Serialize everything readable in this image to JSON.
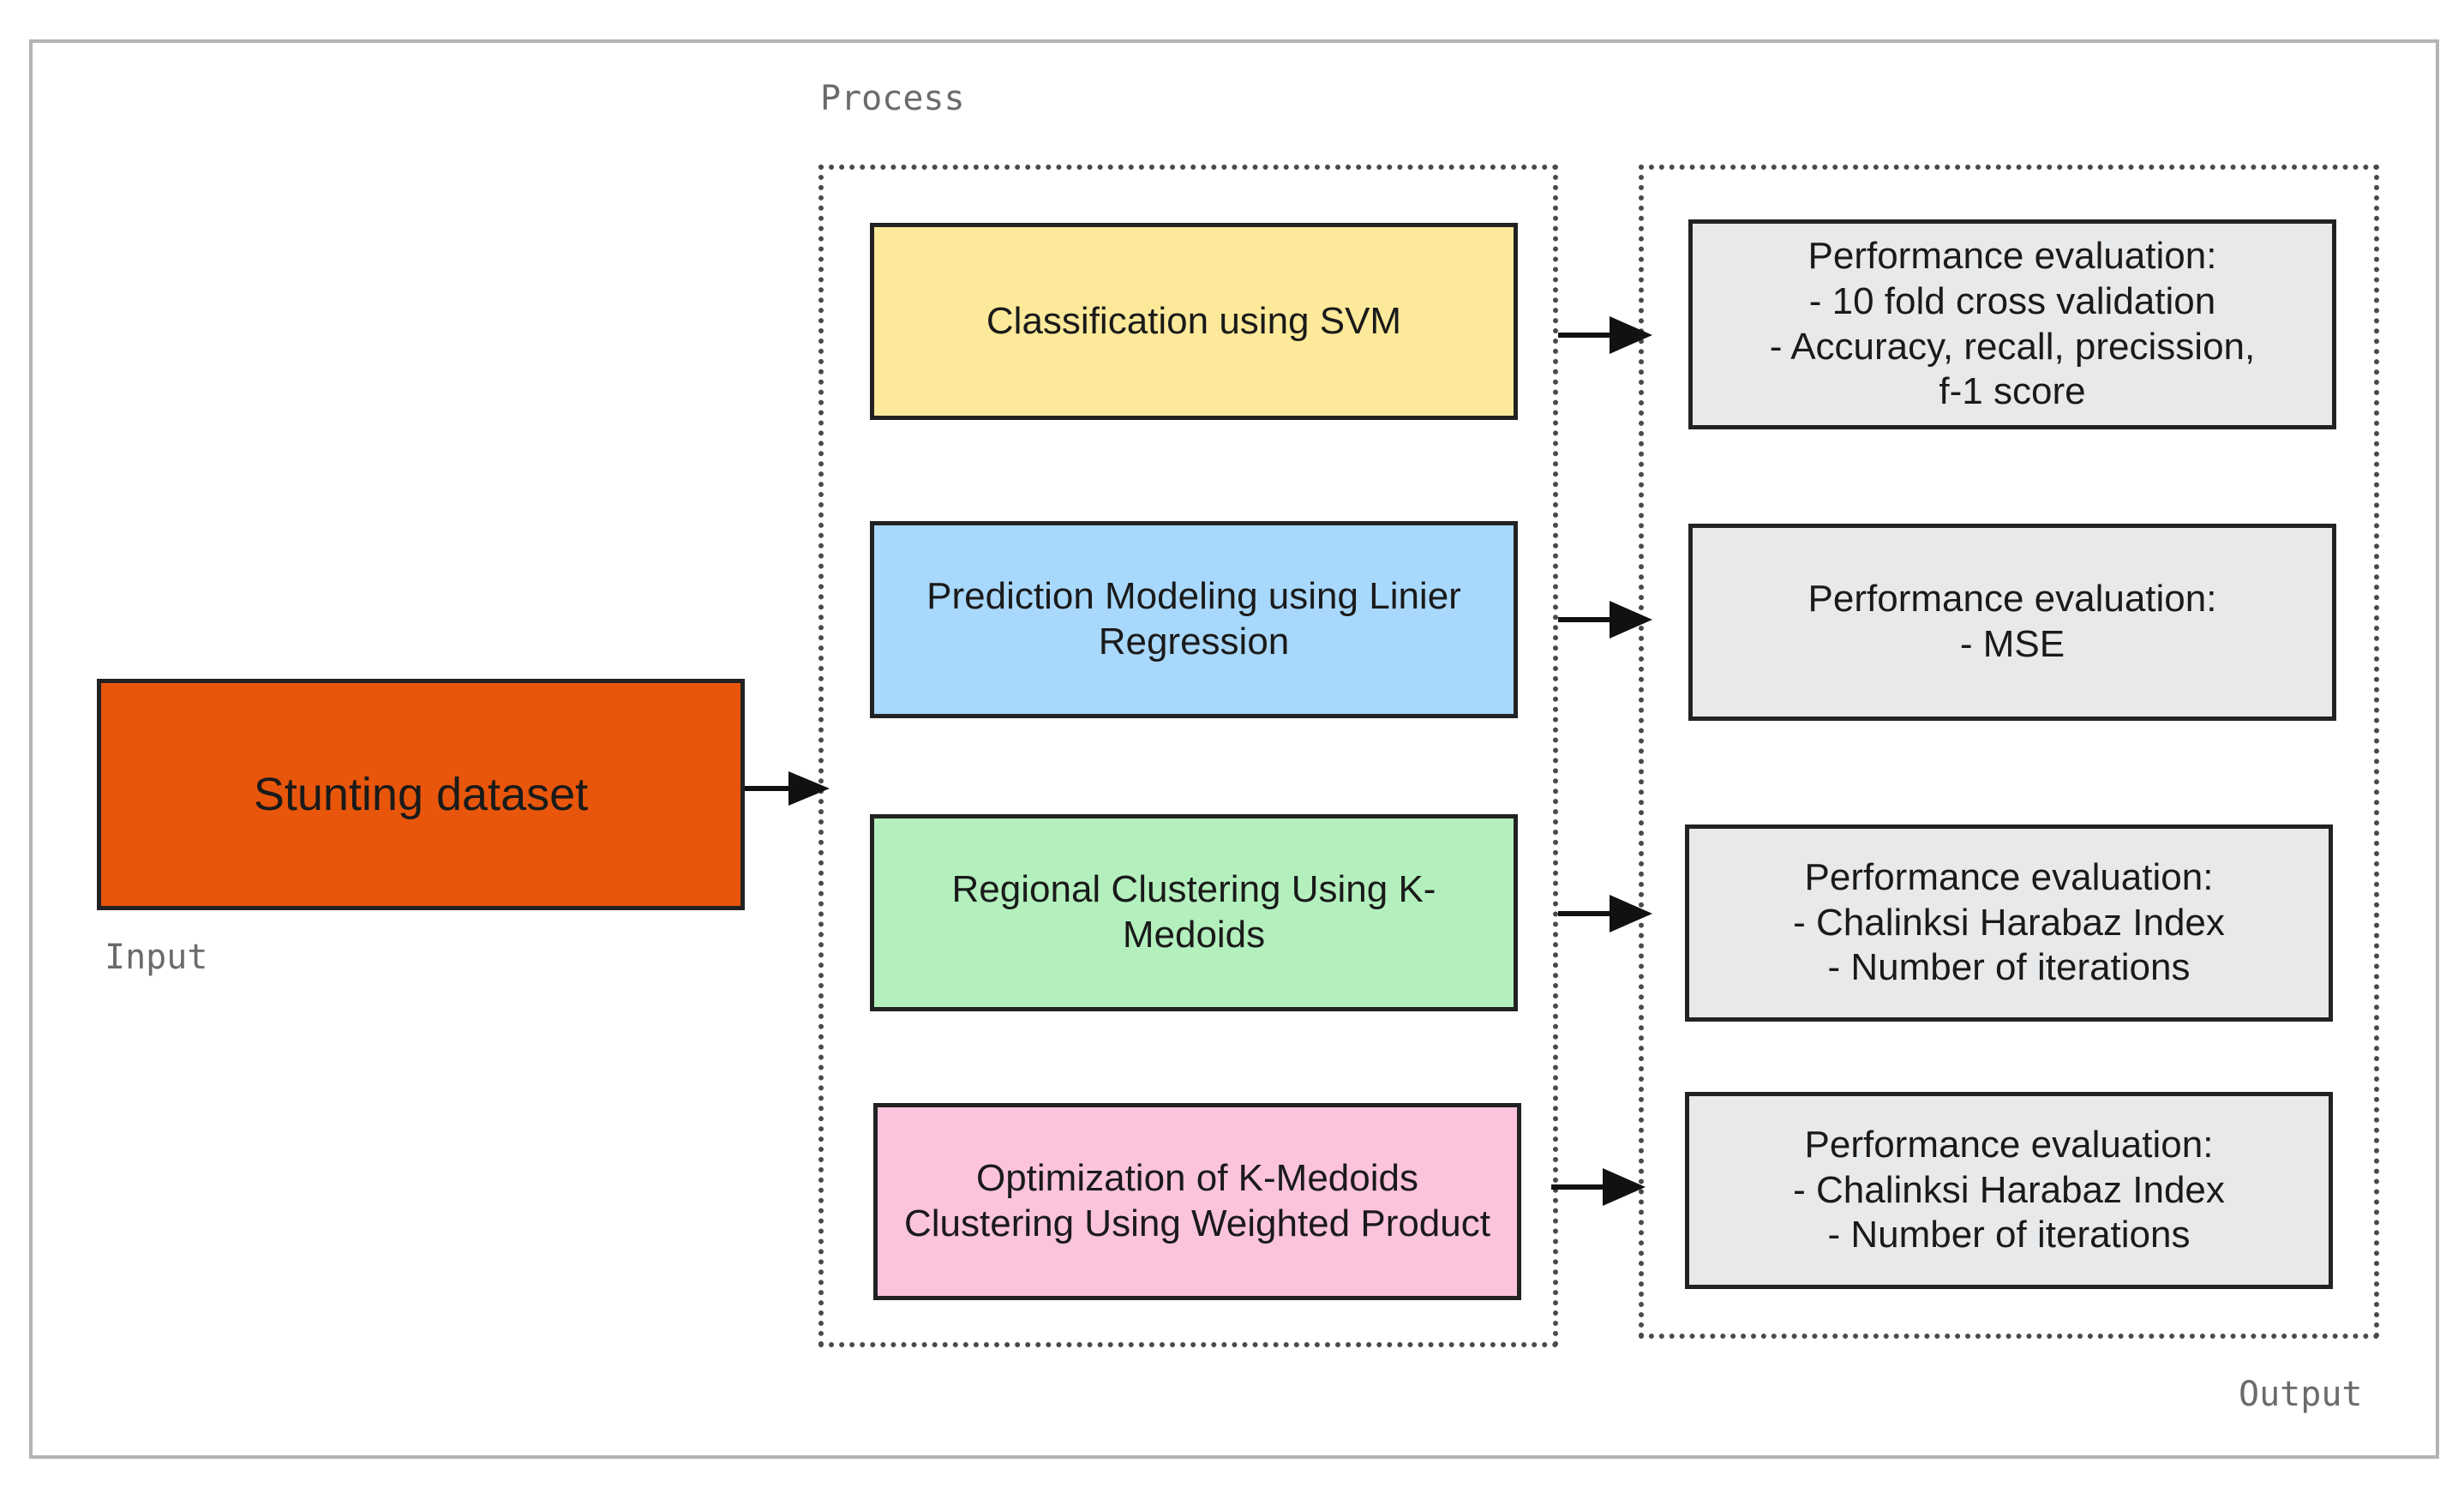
{
  "labels": {
    "input": "Input",
    "process": "Process",
    "output": "Output"
  },
  "input_node": {
    "text": "Stunting dataset",
    "color": "#e8560b"
  },
  "process_nodes": [
    {
      "text": "Classification using SVM",
      "color": "#fde99a"
    },
    {
      "text": "Prediction Modeling using Linier\nRegression",
      "color": "#a8d8fb"
    },
    {
      "text": "Regional Clustering Using K-\nMedoids",
      "color": "#b3f0bd"
    },
    {
      "text": "Optimization of K-Medoids\nClustering Using Weighted Product",
      "color": "#fbc3dc"
    }
  ],
  "output_nodes": [
    {
      "text": "Performance evaluation:\n- 10 fold cross validation\n- Accuracy, recall, precission,\nf-1 score",
      "color": "#e7e9eb"
    },
    {
      "text": "Performance evaluation:\n- MSE",
      "color": "#e7e9eb"
    },
    {
      "text": "Performance evaluation:\n- Chalinksi Harabaz Index\n- Number of iterations",
      "color": "#e7e9eb"
    },
    {
      "text": "Performance evaluation:\n- Chalinksi Harabaz Index\n- Number of iterations",
      "color": "#e7e9eb"
    }
  ]
}
